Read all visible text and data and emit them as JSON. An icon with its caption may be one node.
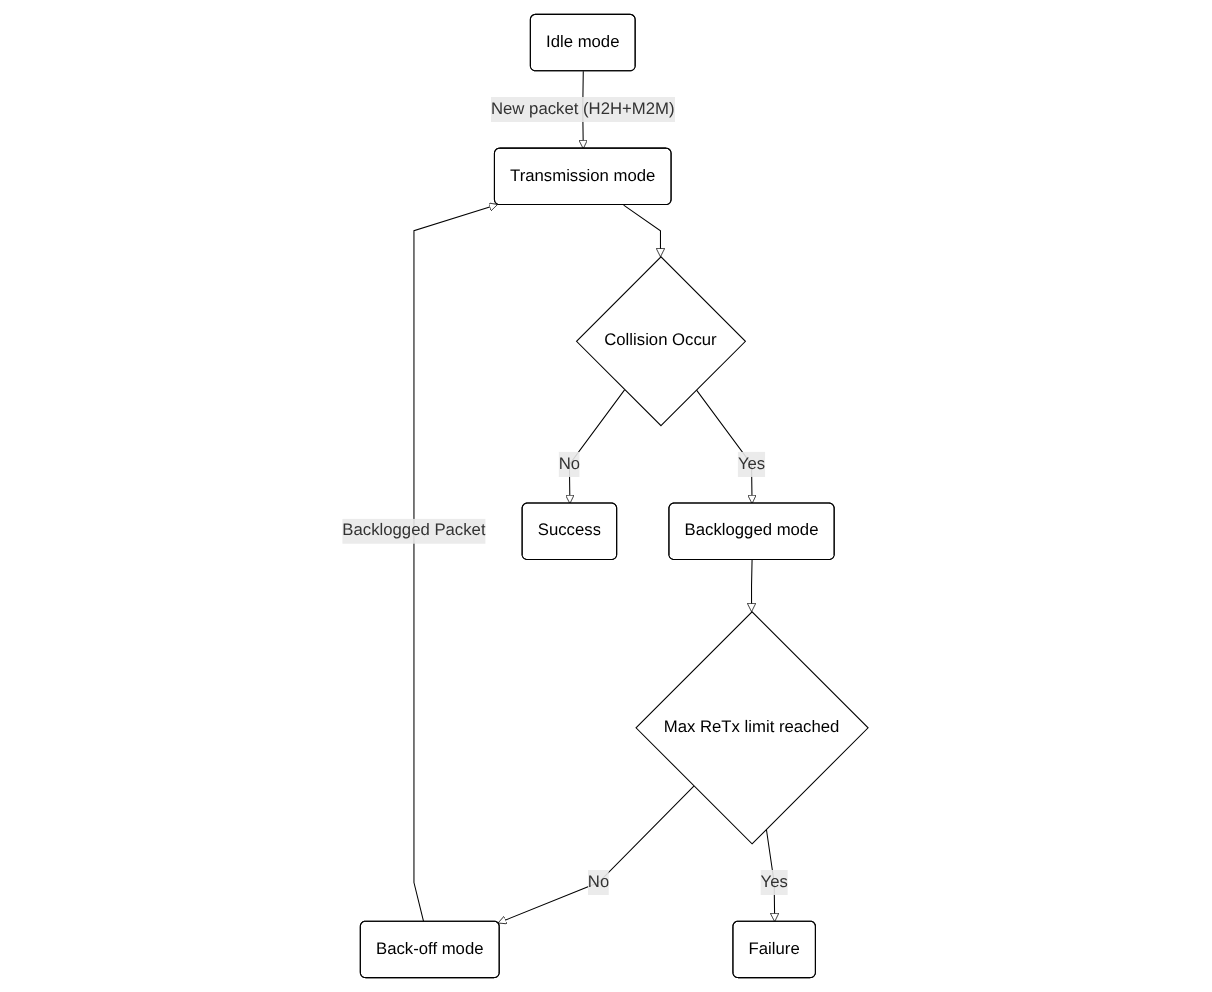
{
  "diagram": {
    "nodes": [
      {
        "text": [
          "Idle mode"
        ]
      },
      {
        "text": [
          "Transmission mode"
        ]
      },
      {
        "text": [
          "Back-off mode"
        ]
      },
      {
        "text": [
          "Collision Occur"
        ]
      },
      {
        "text": [
          "Backlogged mode"
        ]
      },
      {
        "text": [
          "Max ReTx limit reached"
        ]
      },
      {
        "text": [
          "Success"
        ]
      },
      {
        "text": [
          "Failure"
        ]
      }
    ],
    "edges": [
      {
        "from": 0,
        "to": 1,
        "arrow": "to",
        "label": "New packet (H2H+M2M)"
      },
      {
        "from": 2,
        "to": 1,
        "arrow": "to",
        "label": "Backlogged Packet"
      },
      {
        "from": 1,
        "to": 3,
        "arrow": "to"
      },
      {
        "from": 3,
        "to": 4,
        "arrow": "to",
        "label": "Yes"
      },
      {
        "from": 3,
        "to": 6,
        "arrow": "to",
        "label": "No"
      },
      {
        "from": 4,
        "to": 5,
        "arrow": "to"
      },
      {
        "from": 5,
        "to": 2,
        "arrow": "to",
        "label": "No"
      },
      {
        "from": 5,
        "to": 7,
        "arrow": "to",
        "label": "Yes"
      }
    ]
  }
}
